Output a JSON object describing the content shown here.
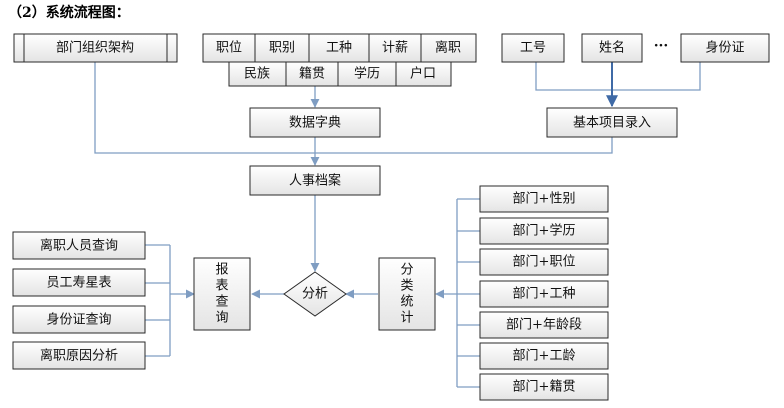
{
  "title": "（2）系统流程图：",
  "nodes": {
    "org": "部门组织架构",
    "position": "职位",
    "rank": "职别",
    "jobtype": "工种",
    "salary": "计薪",
    "resign": "离职",
    "ethnic": "民族",
    "native": "籍贯",
    "education": "学历",
    "household": "户口",
    "empno": "工号",
    "name": "姓名",
    "ellipsis": "···",
    "idcard": "身份证",
    "dictionary": "数据字典",
    "basic_entry": "基本项目录入",
    "archive": "人事档案",
    "analysis": "分析",
    "report_query": [
      "报",
      "表",
      "查",
      "询"
    ],
    "classify": [
      "分",
      "类",
      "统",
      "计"
    ],
    "left_reports": [
      "离职人员查询",
      "员工寿星表",
      "身份证查询",
      "离职原因分析"
    ],
    "right_stats": [
      "部门+性别",
      "部门+学历",
      "部门+职位",
      "部门+工种",
      "部门+年龄段",
      "部门+工龄",
      "部门+籍贯"
    ]
  }
}
